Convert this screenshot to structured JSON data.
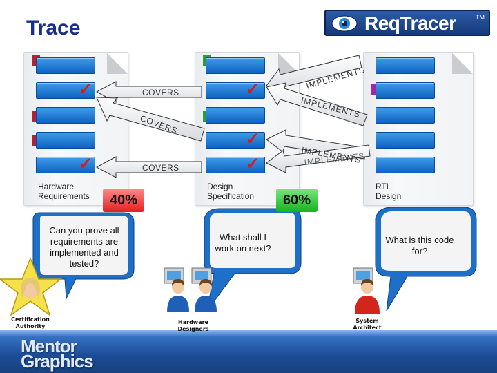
{
  "title": "Trace",
  "logo": {
    "text": "ReqTracer",
    "tm": "TM"
  },
  "documents": {
    "hardware": {
      "label_line1": "Hardware",
      "label_line2": "Requirements"
    },
    "design": {
      "label_line1": "Design",
      "label_line2": "Specification"
    },
    "rtl": {
      "label_line1": "RTL",
      "label_line2": "Design"
    }
  },
  "arrows": {
    "covers_top": "COVERS",
    "covers_diag": "COVERS",
    "covers_bottom": "COVERS",
    "implements_top": "IMPLEMENTS",
    "implements_mid": "IMPLEMENTS",
    "implements_low": "IMPLEMENTS",
    "implements_low2": "IMPLEMENTS"
  },
  "coverage": {
    "hardware_pct": "40%",
    "design_pct": "60%"
  },
  "bubbles": {
    "certification": "Can you prove all requirements are implemented and tested?",
    "hardware": "What shall I work on next?",
    "system": "What is this code for?"
  },
  "people": {
    "certification_line1": "Certification",
    "certification_line2": "Authority",
    "hardware_line1": "Hardware",
    "hardware_line2": "Designers",
    "system_line1": "System",
    "system_line2": "Architect"
  },
  "footer": {
    "brand_line1": "Mentor",
    "brand_line2": "Graphics"
  },
  "colors": {
    "title": "#1a2f8c",
    "requirement_box": "#1f7bd6",
    "check": "#d21d1d",
    "low_coverage": "#e21f1f",
    "high_coverage": "#16b21f",
    "footer": "#1c4c98"
  }
}
